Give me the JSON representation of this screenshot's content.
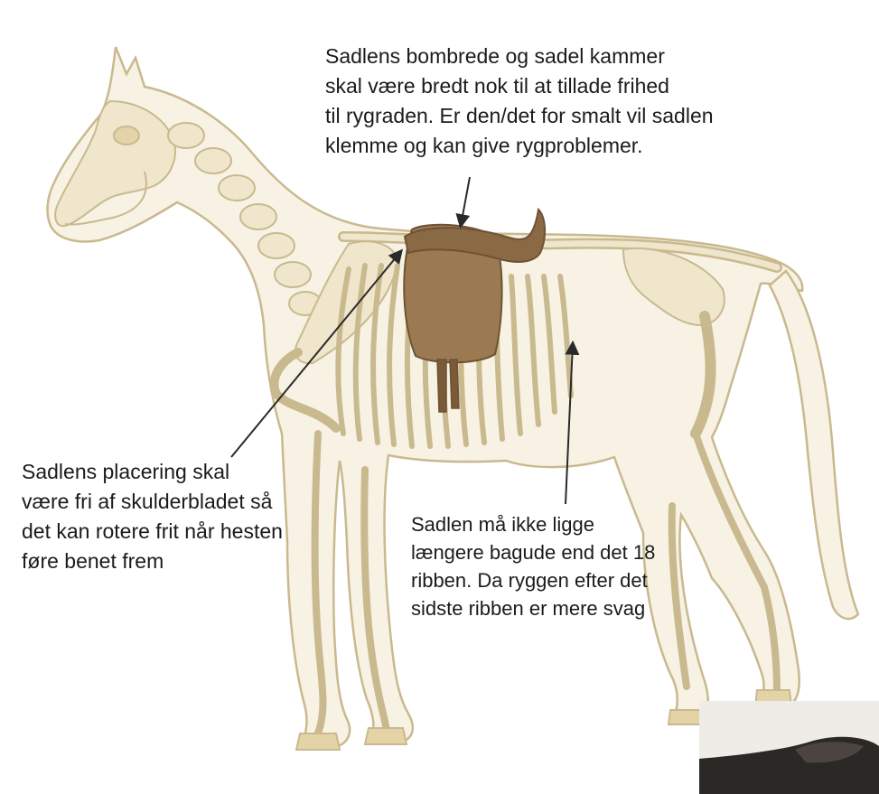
{
  "captions": {
    "saddle_tree": "Sadlens bombrede og sadel kammer\nskal være bredt nok til at tillade frihed\ntil rygraden. Er den/det for smalt vil sadlen\nklemme og kan give rygproblemer.",
    "placement": "Sadlens placering skal\nvære fri af skulderbladet så\ndet kan rotere frit når hesten\nføre benet frem",
    "rib_limit": "Sadlen må ikke ligge\nlængere bagude end det 18\nribben. Da ryggen efter det\nsidste ribben er mere svag"
  },
  "colors": {
    "background": "#ffffff",
    "body_outline": "#c9b98f",
    "bone_fill": "#efe6cb",
    "saddle": "#9b7a52",
    "saddle_dark": "#6e5234",
    "arrow": "#2a2a2a",
    "text": "#1b1b1b"
  },
  "illustration": {
    "subject": "horse skeleton with saddle",
    "corner_photo": "partial photo of a dark saddle"
  }
}
